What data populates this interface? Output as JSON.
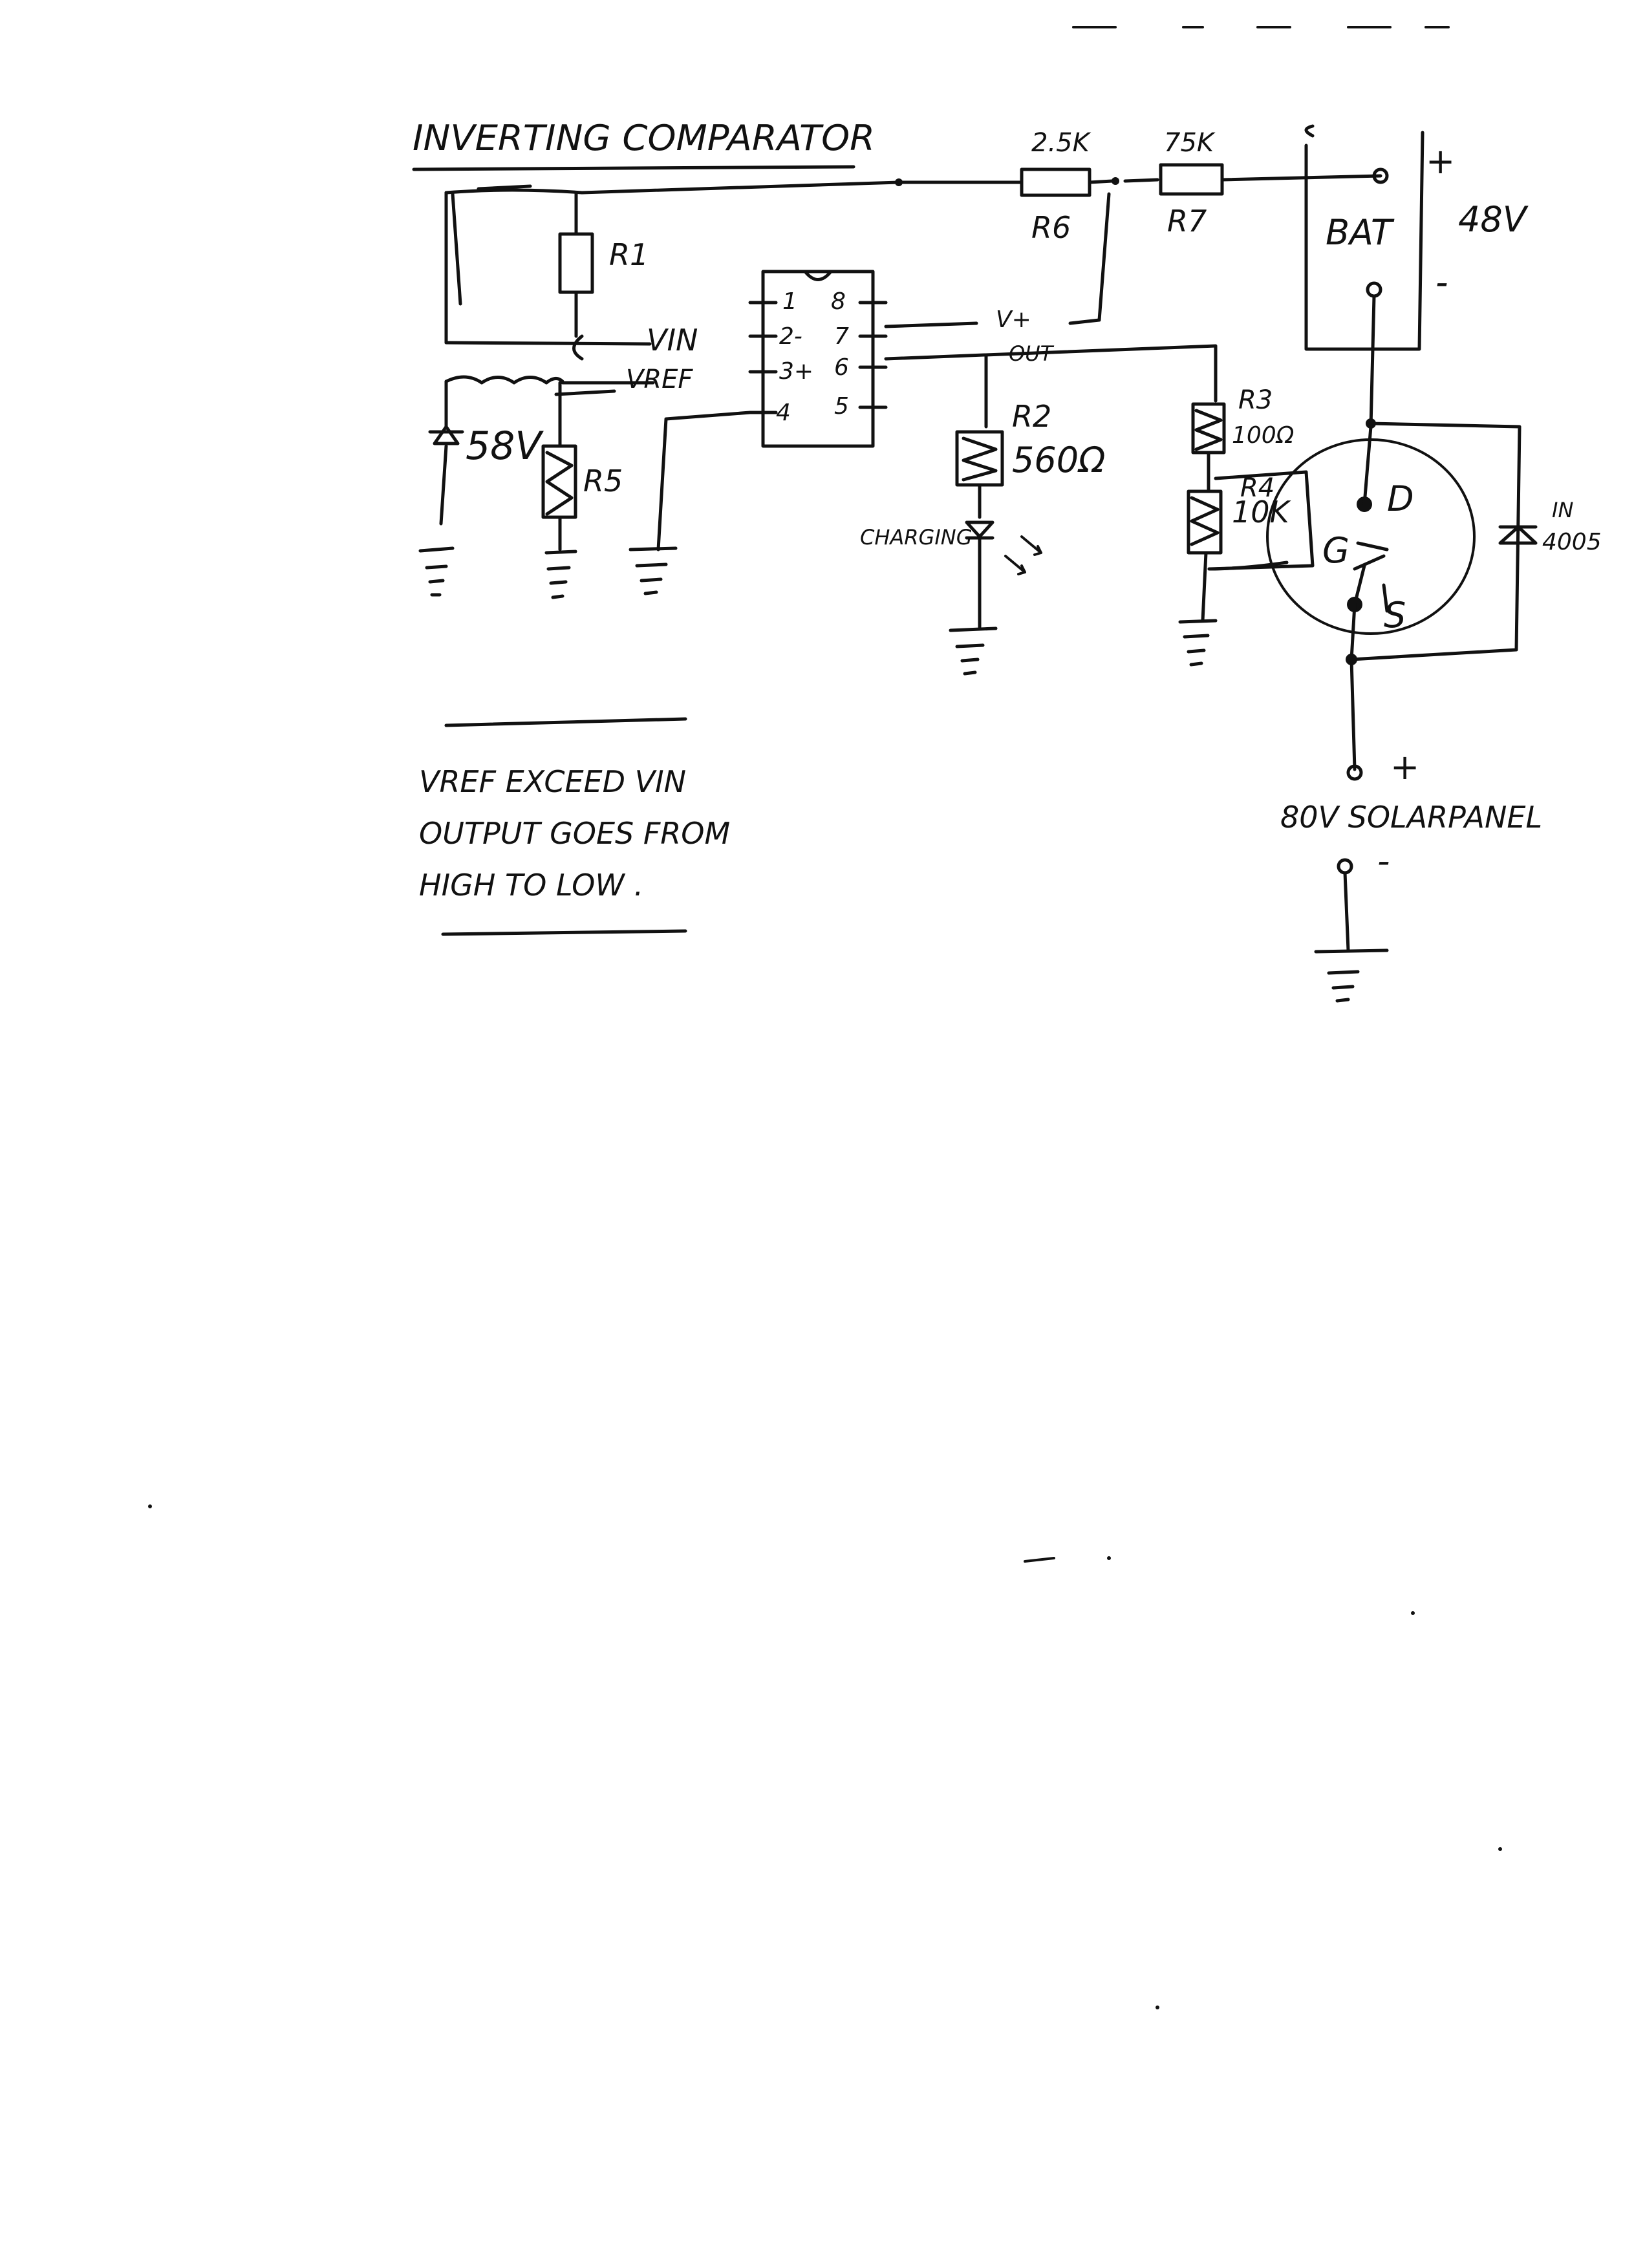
{
  "title": "INVERTING COMPARATOR",
  "components": {
    "r1": "R1",
    "r2_name": "R2",
    "r2_value": "560Ω",
    "r3_name": "R3",
    "r3_value": "100Ω",
    "r4_name": "R4",
    "r4_value": "10K",
    "r5": "R5",
    "r6_name": "R6",
    "r6_value": "2.5K",
    "r7_name": "R7",
    "r7_value": "75K",
    "zener": "58V",
    "led": "CHARGING",
    "diode": [
      "IN",
      "4005"
    ],
    "battery": "BAT",
    "battery_voltage": "48V",
    "solar_panel": "80V SOLARPANEL",
    "mosfet_drain": "D",
    "mosfet_gate": "G",
    "mosfet_source": "S"
  },
  "ic": {
    "pins_left": [
      "1",
      "2-",
      "3+",
      "4"
    ],
    "pins_right": [
      "8",
      "7",
      "6",
      "5"
    ]
  },
  "nets": {
    "vin": "VIN",
    "vref": "VREF",
    "vcc": "V+",
    "out": "OUT"
  },
  "terminals": {
    "plus": "+",
    "minus": "-"
  },
  "note": [
    "VREF EXCEED VIN",
    "OUTPUT GOES FROM",
    "HIGH TO LOW ."
  ]
}
